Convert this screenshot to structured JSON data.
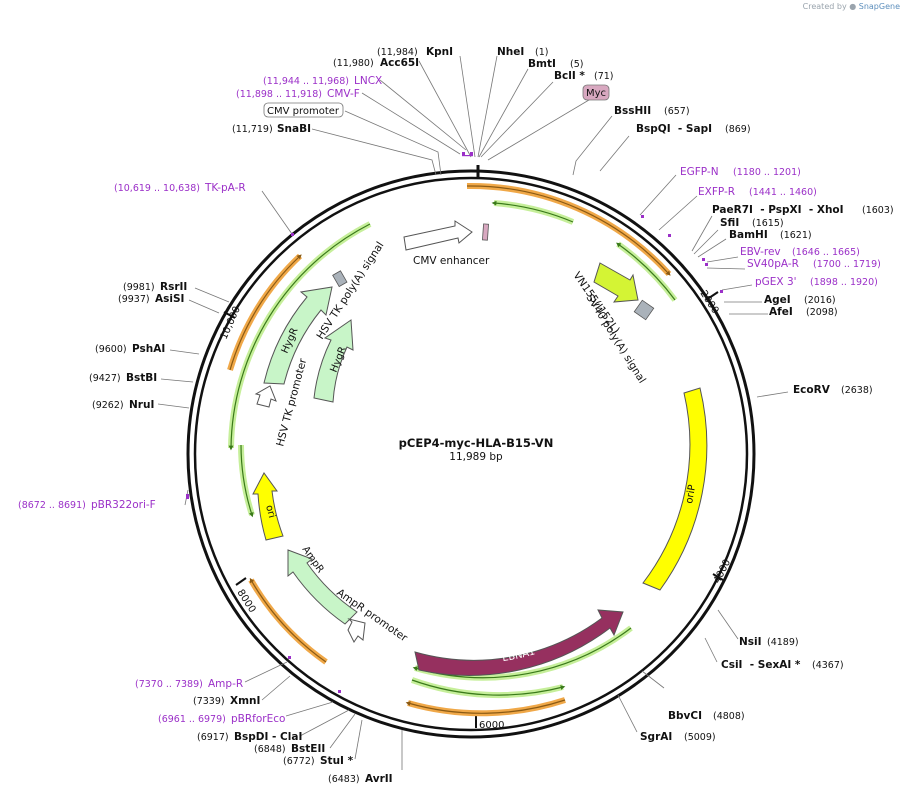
{
  "watermark": {
    "prefix": "Created by",
    "brand": "SnapGene"
  },
  "plasmid": {
    "name": "pCEP4-myc-HLA-B15-VN",
    "size": "11,989 bp"
  },
  "colors": {
    "enzyme": "#000000",
    "primer": "#9b30c8",
    "ori": "#ffff00",
    "ebna": "#96305f",
    "hygr": "#c8f5c8",
    "orange": "#f0a848",
    "green": "#4caf2a"
  },
  "enzymes_top": [
    {
      "pos": "(11,984)",
      "name": "KpnI"
    },
    {
      "pos": "(11,980)",
      "name": "Acc65I"
    },
    {
      "name": "NheI",
      "pos": "(1)"
    },
    {
      "name": "BmtI",
      "pos": "(5)"
    },
    {
      "name": "BclI *",
      "pos": "(71)"
    }
  ],
  "primers_top": [
    {
      "pos": "(11,944 .. 11,968)",
      "name": "LNCX"
    },
    {
      "pos": "(11,898 .. 11,918)",
      "name": "CMV-F"
    }
  ],
  "boxed_labels": {
    "cmv_promoter": "CMV promoter",
    "myc": "Myc"
  },
  "left_enzymes": [
    {
      "pos": "(11,719)",
      "name": "SnaBI"
    },
    {
      "pos": "(9981)",
      "name": "RsrII"
    },
    {
      "pos": "(9937)",
      "name": "AsiSI"
    },
    {
      "pos": "(9600)",
      "name": "PshAI"
    },
    {
      "pos": "(9427)",
      "name": "BstBI"
    },
    {
      "pos": "(9262)",
      "name": "NruI"
    },
    {
      "pos": "(7339)",
      "name": "XmnI"
    },
    {
      "pos": "(6917)",
      "name": "BspDI - ClaI"
    },
    {
      "pos": "(6848)",
      "name": "BstEII"
    },
    {
      "pos": "(6772)",
      "name": "StuI *"
    },
    {
      "pos": "(6483)",
      "name": "AvrII"
    }
  ],
  "left_primers": [
    {
      "pos": "(10,619 .. 10,638)",
      "name": "TK-pA-R"
    },
    {
      "pos": "(8672 .. 8691)",
      "name": "pBR322ori-F"
    },
    {
      "pos": "(7370 .. 7389)",
      "name": "Amp-R"
    },
    {
      "pos": "(6961 .. 6979)",
      "name": "pBRforEco"
    }
  ],
  "right_enzymes": [
    {
      "name": "BssHII",
      "pos": "(657)"
    },
    {
      "name": "BspQI  - SapI",
      "pos": "(869)"
    },
    {
      "name": "PaeR7I  - PspXI  - XhoI",
      "pos": "(1603)"
    },
    {
      "name": "SfiI",
      "pos": "(1615)"
    },
    {
      "name": "BamHI",
      "pos": "(1621)"
    },
    {
      "name": "AgeI",
      "pos": "(2016)"
    },
    {
      "name": "AfeI",
      "pos": "(2098)"
    },
    {
      "name": "EcoRV",
      "pos": "(2638)"
    },
    {
      "name": "NsiI",
      "pos": "(4189)"
    },
    {
      "name": "CsiI  - SexAI *",
      "pos": "(4367)"
    },
    {
      "name": "BbvCI",
      "pos": "(4808)"
    },
    {
      "name": "SgrAI",
      "pos": "(5009)"
    }
  ],
  "right_primers": [
    {
      "name": "EGFP-N",
      "pos": "(1180 .. 1201)"
    },
    {
      "name": "EXFP-R",
      "pos": "(1441 .. 1460)"
    },
    {
      "name": "EBV-rev",
      "pos": "(1646 .. 1665)"
    },
    {
      "name": "SV40pA-R",
      "pos": "(1700 .. 1719)"
    },
    {
      "name": "pGEX 3'",
      "pos": "(1898 .. 1920)"
    }
  ],
  "ticks": [
    "2000",
    "4000",
    "6000",
    "8000",
    "10,000"
  ],
  "features": {
    "cmv_enhancer": "CMV enhancer",
    "hsv_tk_polya": "HSV TK poly(A) signal",
    "hygr_1": "HygR",
    "hygr_2": "HygR",
    "hsv_tk_promoter": "HSV TK promoter",
    "vn155": "VN155(I152L)",
    "sv40_polya": "SV40 poly(A) signal",
    "orip": "oriP",
    "ori": "ori",
    "ampr": "AmpR",
    "ampr_promoter": "AmpR promoter",
    "ebna1": "EBNA1"
  }
}
